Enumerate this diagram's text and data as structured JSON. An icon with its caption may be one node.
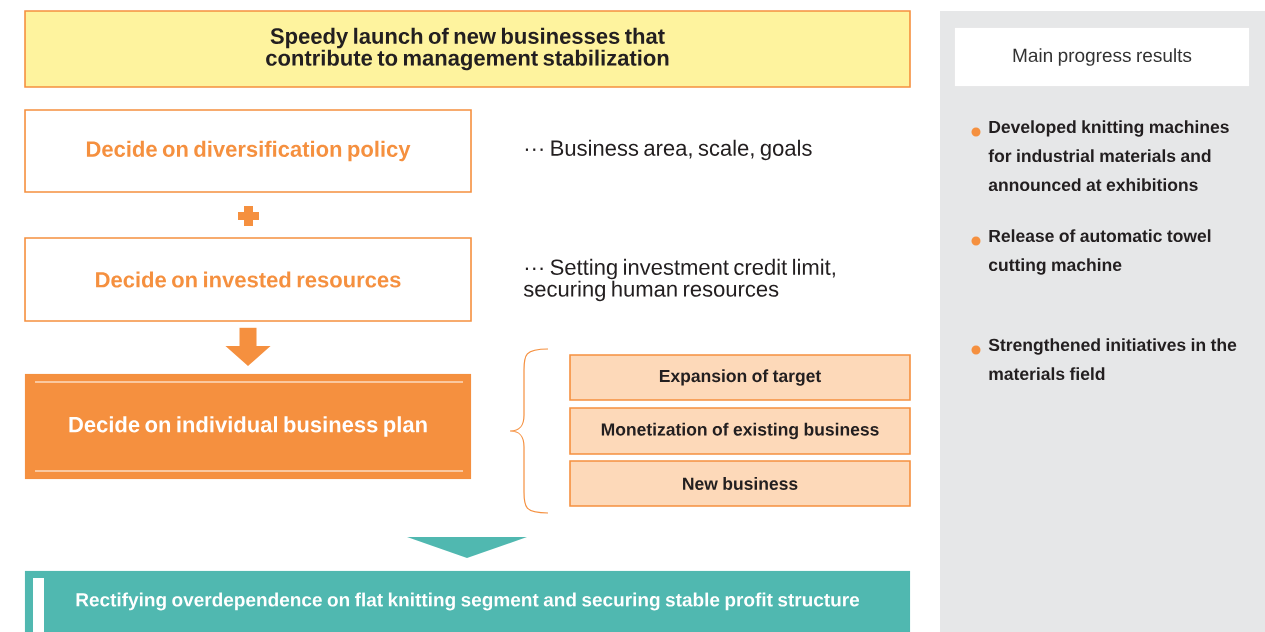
{
  "diagram": {
    "nodes": [
      {
        "text": [
          "Speedy launch of new businesses that contribute to management stabilization"
        ]
      },
      {
        "text": [
          "Decide on diversification policy"
        ],
        "beside": [
          "··· Business area, scale, goals"
        ]
      },
      {
        "text": [
          "Decide on invested resources"
        ],
        "beside": [
          "··· Setting investment credit limit, securing human resources"
        ]
      },
      {
        "text": [
          "Decide on individual business plan"
        ]
      },
      {
        "text": [
          "Expansion of target"
        ]
      },
      {
        "text": [
          "Monetization of existing business"
        ]
      },
      {
        "text": [
          "New business"
        ]
      },
      {
        "text": [
          "Rectifying overdependence on flat knitting segment and securing stable profit structure"
        ]
      },
      {
        "text": [
          "Main progress results"
        ]
      },
      {
        "text": [],
        "shape": "triangle"
      }
    ],
    "edges": [
      {
        "from": 2,
        "to": 3,
        "arrow": "to"
      }
    ],
    "labels": [
      "Developed knitting machines for industrial materials and announced at exhibitions",
      "Release of automatic towel cutting machine",
      "Strengthened initiatives in the materials field"
    ]
  }
}
